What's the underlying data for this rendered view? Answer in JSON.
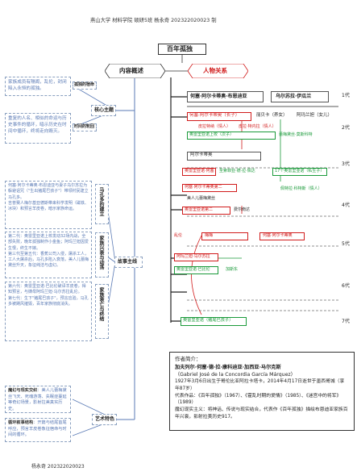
{
  "header": {
    "line": "燕山大学 材料学院 硕研5班 杨永奇 202322020023 制"
  },
  "title": "百年孤独",
  "left_hub": "内容概述",
  "right_hub": "人物关系",
  "central": {
    "core_theme": "核心主题",
    "story": "故事主线",
    "art": "艺术特色"
  },
  "core_items": [
    {
      "label": "孤独的宿命",
      "desc": "家族成员有隔阂，乱伦，封闭陷入永恒的孤独。"
    },
    {
      "label": "时间的轮回",
      "desc": "重复的人名、相似的命运与历史事件的循环，暗示历史在时间中循环，终将走向毁灭。"
    }
  ],
  "story_phases": [
    {
      "label": "马孔多的建立",
      "desc": "何塞·阿尔卡蒂奥·布恩迪亚与妻子乌尔苏拉为躲避诅咒（\"生出猪尾巴孩子\"）带领村民建立马孔多。\n吉普赛人梅尔基亚德斯带来科学发明（磁铁、冰块）和预言羊皮卷，暗示家族命运。"
    },
    {
      "label": "家族兴衰与动荡",
      "desc": "第二代：奥雷里亚诺上校发动32场内战，全部失败，晚年孤独制作小金鱼；阿玛兰妲因爱生恨，终生不嫁。\n第三代至第五代：香蕉公司入侵，屠杀工人，工人大屠杀后，马孔多陷入衰落，美人儿蕾梅黛丝升天，象征纯洁与虚幻。"
    },
    {
      "label": "家族衰亡与终结",
      "desc": "第六代：奥雷里亚诺·巴比伦破译羊皮卷，得知预言，与姨母阿玛兰妲·乌尔苏拉乱伦。\n第七代：生下\"猪尾巴孩子\"，预言应验，马孔多被飓风摧毁，百年家族彻底消失。"
    }
  ],
  "art_items": [
    {
      "label": "魔幻与现实交织",
      "desc": "美人儿蕾梅黛丝飞天、死魂游荡、失眠症蔓延等奇幻场景，影射拉美真实历史。"
    },
    {
      "label": "循环叙事结构",
      "desc": "开篇与结尾首尾呼应，预言羊皮卷象征宿命与时间的循环。"
    }
  ],
  "generations": [
    "1代",
    "2代",
    "3代",
    "4代",
    "5代",
    "6代",
    "7代"
  ],
  "people": {
    "g1_male": "何塞·阿尔卡蒂奥·布恩迪亚",
    "g1_female": "乌尔苏拉·伊瓜兰",
    "g2_a": "何塞·阿尔卡蒂奥（长子）",
    "g2_b": "奥雷里亚诺上校（次子）",
    "g2_c": "阿玛兰妲（女儿）",
    "g2_d": "丽贝卡（养女）",
    "g2_e": "蕾梅黛丝·莫斯科特",
    "g2_note1": "皮拉特纳（情人）",
    "g2_note2": "皮拉·特内拉（情人）",
    "g3_a": "阿尔卡蒂奥",
    "g3_b": "奥雷里亚诺·何塞",
    "g3_c": "17个奥雷里亚诺（私生子）",
    "g3_d": "圣索菲亚·德·拉·佩达",
    "g4_a": "何塞·阿尔卡蒂奥第二",
    "g4_b": "奥雷里亚诺第二",
    "g4_c": "美人儿蕾梅黛丝",
    "g4_d": "费尔南达",
    "g4_e": "佩特拉·科特斯（情人）",
    "g5_a": "梅梅",
    "g5_b": "何塞·阿尔卡蒂奥",
    "g5_c": "阿玛兰妲·乌尔苏拉",
    "g6_a": "奥雷里亚诺·巴比伦",
    "g6_b": "加斯东",
    "g7_a": "奥雷里亚诺（猪尾巴孩子）",
    "side_label": "乱伦"
  },
  "author": {
    "heading": "作者简介：",
    "name": "加夫列尔·何塞·德·拉·康科迪亚·加西亚·马尔克斯",
    "name_latin": "（Gabriel José de la Concordia García Márquez）",
    "bio1": "1927年3月6日出生于哥伦比亚阿拉卡塔卡，2014年4月17日逝世于墨西哥城（享年87岁）",
    "bio2": "代表作品：《百年孤独》（1967）、《霍乱时期的爱情》（1985）、《迷宫中的将军》（1989）",
    "bio3": "魔幻现实主义：将神话、传说与现实结合，代表作《百年孤独》描绘布恩迪亚家族百年兴衰，影射拉美历史917。"
  },
  "footer": "杨永奇 202322020023"
}
